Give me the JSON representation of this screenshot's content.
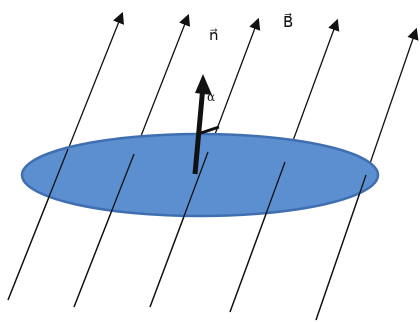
{
  "labels": {
    "normal": "n⃗",
    "field": "B⃗",
    "angle": "α"
  },
  "colors": {
    "disk_fill": "#5b8fd0",
    "disk_stroke": "#3f6fb0",
    "lines": "#111111",
    "background": "#ffffff"
  }
}
